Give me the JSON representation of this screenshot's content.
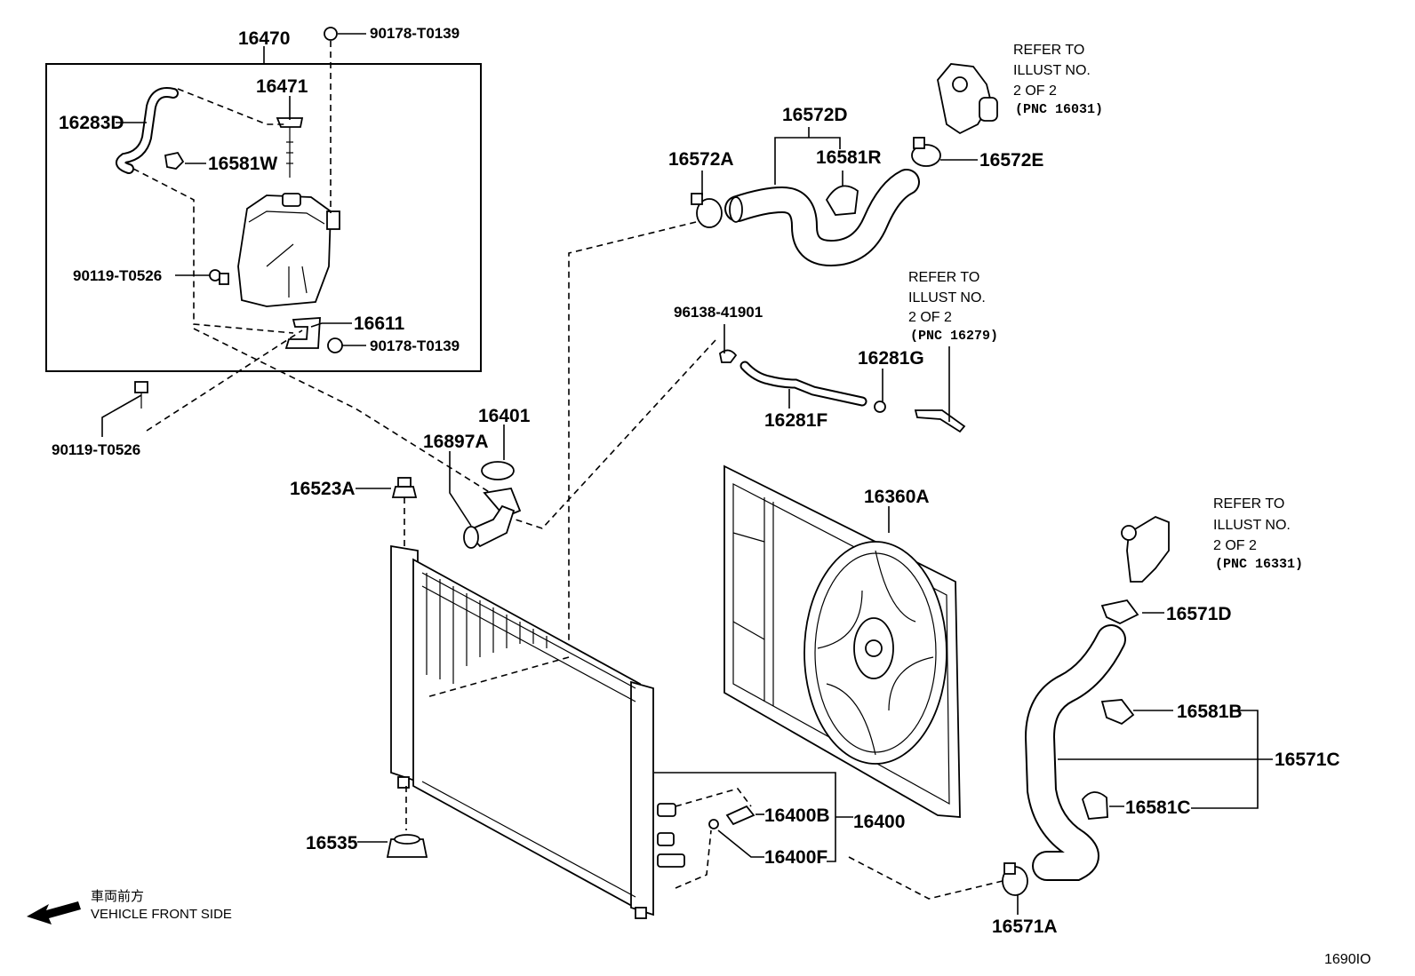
{
  "labels": {
    "p16470": "16470",
    "p16471": "16471",
    "p16283D": "16283D",
    "p16581W": "16581W",
    "p90119_T0526_a": "90119-T0526",
    "p16611": "16611",
    "p90178_T0139_a": "90178-T0139",
    "p90178_T0139_b": "90178-T0139",
    "p90119_T0526_b": "90119-T0526",
    "p16572A": "16572A",
    "p16572D": "16572D",
    "p16581R": "16581R",
    "p16572E": "16572E",
    "p96138_41901": "96138-41901",
    "p16281G": "16281G",
    "p16281F": "16281F",
    "p16401": "16401",
    "p16897A": "16897A",
    "p16523A": "16523A",
    "p16360A": "16360A",
    "p16571D": "16571D",
    "p16581B": "16581B",
    "p16571C": "16571C",
    "p16581C": "16581C",
    "p16400B": "16400B",
    "p16400": "16400",
    "p16400F": "16400F",
    "p16535": "16535",
    "p16571A": "16571A"
  },
  "refer_notes": [
    {
      "line1": "REFER TO",
      "line2": "ILLUST NO.",
      "line3": "2 OF 2",
      "line4": "(PNC 16031)"
    },
    {
      "line1": "REFER TO",
      "line2": "ILLUST NO.",
      "line3": "2 OF 2",
      "line4": "(PNC 16279)"
    },
    {
      "line1": "REFER TO",
      "line2": "ILLUST NO.",
      "line3": "2 OF 2",
      "line4": "(PNC 16331)"
    }
  ],
  "footer": {
    "front_jp": "車両前方",
    "front_en": "VEHICLE FRONT SIDE",
    "illustration_code": "1690IO"
  }
}
